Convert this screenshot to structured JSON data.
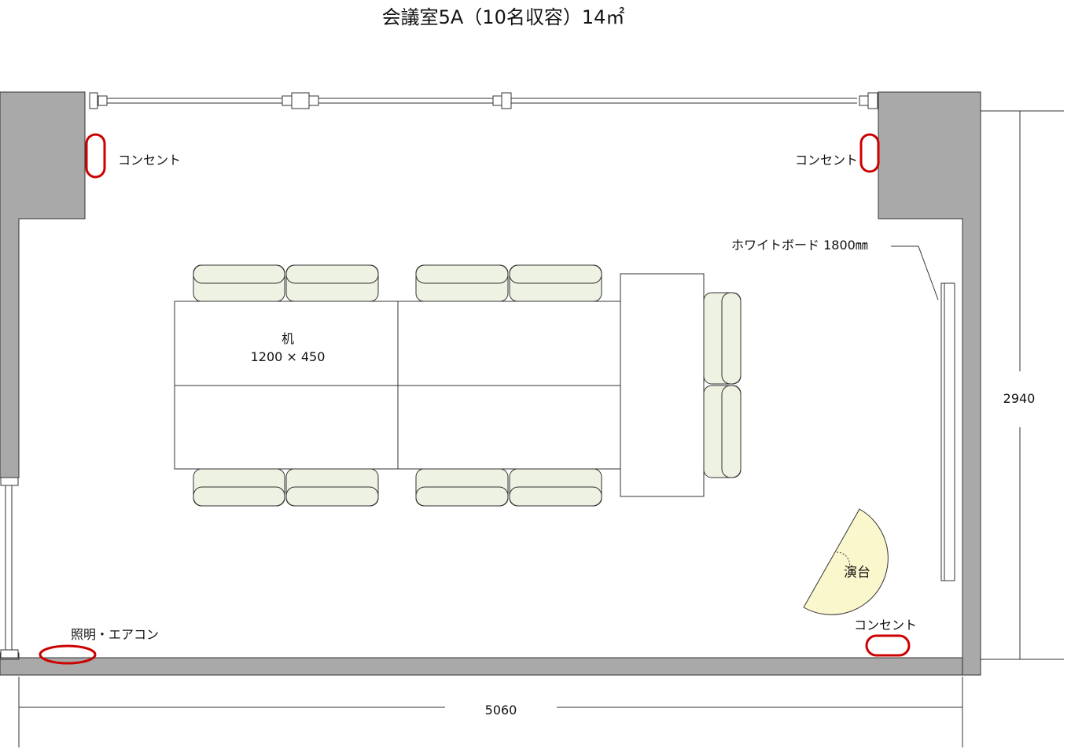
{
  "title": "会議室5A（10名収容）14㎡",
  "labels": {
    "outlet_top_left": "コンセント",
    "outlet_top_right": "コンセント",
    "outlet_bottom_right": "コンセント",
    "lighting_aircon": "照明・エアコン",
    "whiteboard": "ホワイトボード 1800㎜",
    "desk_name": "机",
    "desk_size": "1200 × 450",
    "podium": "演台"
  },
  "dimensions": {
    "width": "5060",
    "height": "2940"
  },
  "colors": {
    "wall": "#a9a9a9",
    "chair_fill": "#eef2e2",
    "podium_fill": "#fbf7cc",
    "outlet_marker": "#cc0000"
  }
}
